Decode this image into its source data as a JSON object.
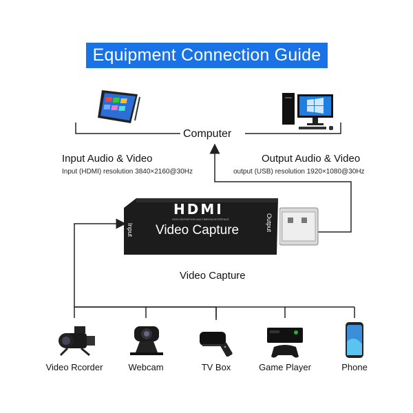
{
  "title": "Equipment Connection Guide",
  "computer_label": "Computer",
  "input": {
    "heading": "Input Audio & Video",
    "detail": "Input (HDMI) resolution 3840×2160@30Hz"
  },
  "output": {
    "heading": "Output Audio & Video",
    "detail": "output (USB) resolution 1920×1080@30Hz"
  },
  "capture_device": {
    "brand": "HDMI",
    "fine_print": "HIGH-DEFINITION MULTIMEDIA INTERFACE",
    "name": "Video Capture",
    "port_in": "Input",
    "port_out": "Output",
    "caption": "Video Capture"
  },
  "sources": [
    {
      "label": "Video Rcorder",
      "icon": "camcorder-icon"
    },
    {
      "label": "Webcam",
      "icon": "webcam-icon"
    },
    {
      "label": "TV Box",
      "icon": "tv-box-icon"
    },
    {
      "label": "Game Player",
      "icon": "game-console-icon"
    },
    {
      "label": "Phone",
      "icon": "phone-icon"
    }
  ],
  "colors": {
    "banner": "#1a73e6",
    "device_body": "#1c1c1c",
    "wire": "#222222"
  }
}
